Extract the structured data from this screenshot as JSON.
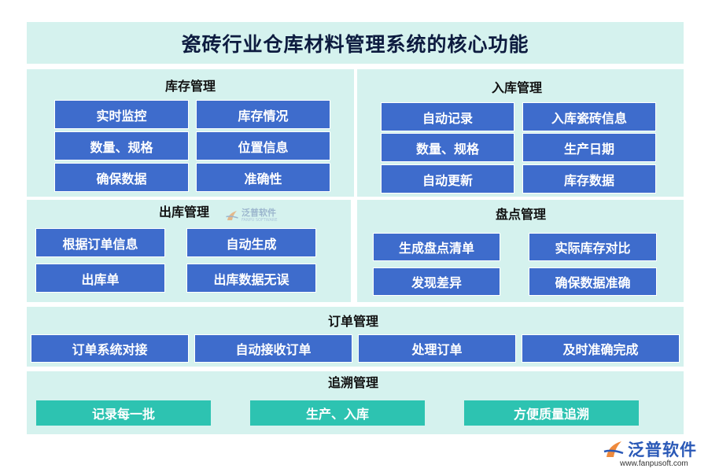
{
  "title": "瓷砖行业仓库材料管理系统的核心功能",
  "sections": {
    "inventory": {
      "title": "库存管理",
      "items": [
        "实时监控",
        "库存情况",
        "数量、规格",
        "位置信息",
        "确保数据",
        "准确性"
      ]
    },
    "inbound": {
      "title": "入库管理",
      "items": [
        "自动记录",
        "入库瓷砖信息",
        "数量、规格",
        "生产日期",
        "自动更新",
        "库存数据"
      ]
    },
    "outbound": {
      "title": "出库管理",
      "items": [
        "根据订单信息",
        "自动生成",
        "出库单",
        "出库数据无误"
      ]
    },
    "stocktake": {
      "title": "盘点管理",
      "items": [
        "生成盘点清单",
        "实际库存对比",
        "发现差异",
        "确保数据准确"
      ]
    },
    "orders": {
      "title": "订单管理",
      "items": [
        "订单系统对接",
        "自动接收订单",
        "处理订单",
        "及时准确完成"
      ]
    },
    "traceability": {
      "title": "追溯管理",
      "items": [
        "记录每一批",
        "生产、入库",
        "方便质量追溯"
      ]
    }
  },
  "watermark": {
    "cn": "泛普软件",
    "en": "FANPU SOFTWARE"
  },
  "brand": {
    "name": "泛普软件",
    "url": "www.fanpusoft.com"
  },
  "colors": {
    "panel_bg": "#d5f2ee",
    "box_blue": "#3e6ccc",
    "box_teal": "#2dc3b1",
    "title_text": "#0d1b3f"
  }
}
